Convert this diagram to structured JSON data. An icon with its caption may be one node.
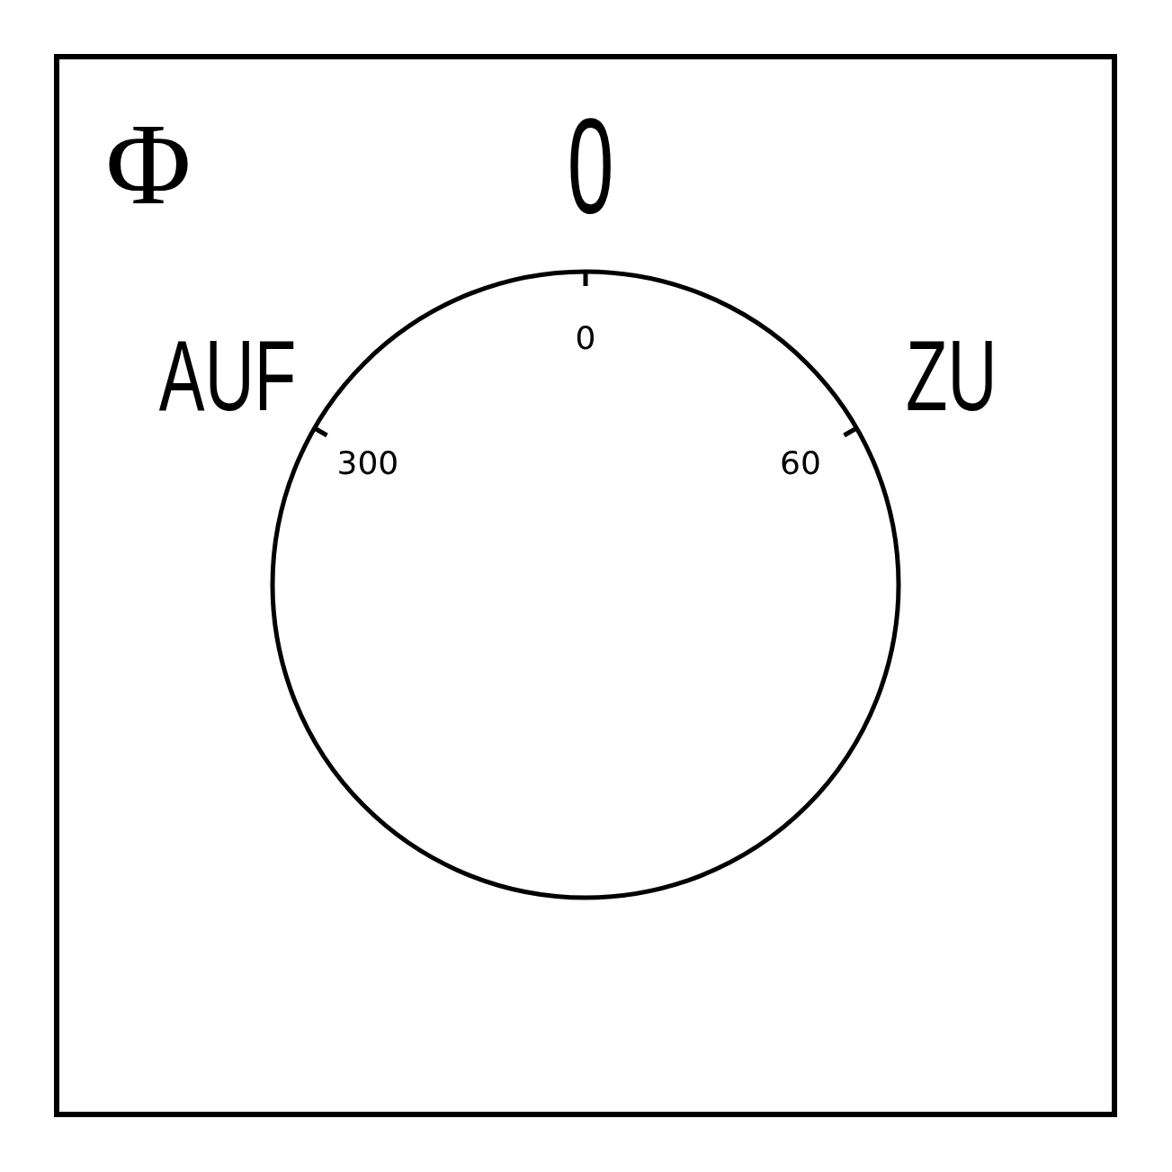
{
  "diagram": {
    "labels": [
      "Φ",
      "0",
      "AUF",
      "ZU",
      "0",
      "300",
      "60"
    ]
  }
}
